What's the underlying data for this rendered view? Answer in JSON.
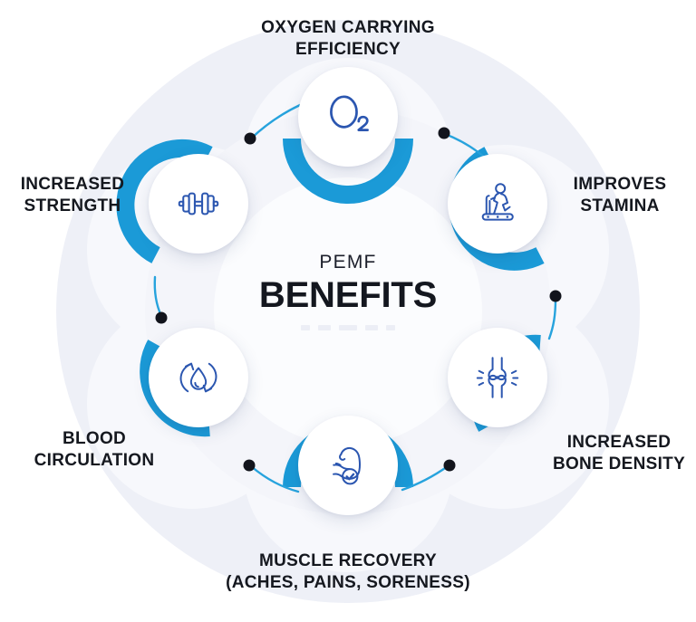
{
  "graphic": {
    "type": "circular-benefits-infographic",
    "center": {
      "eyebrow": "PEMF",
      "title": "BENEFITS",
      "divider_dashes": 5
    },
    "colors": {
      "accent_blue": "#1b9ad7",
      "icon_blue": "#2b56b0",
      "text_dark": "#15181f",
      "bg_disc": "#eef0f7",
      "bg_inner": "#f4f5fa",
      "connector_dot": "#12141c",
      "dash_gray": "#eceef6"
    },
    "nodes": [
      {
        "id": "oxygen",
        "label_lines": [
          "OXYGEN CARRYING",
          "EFFICIENCY"
        ],
        "icon": "o2-molecule-icon",
        "icon_text": "O",
        "icon_sub": "2",
        "arc_position": "bottom"
      },
      {
        "id": "stamina",
        "label_lines": [
          "IMPROVES",
          "STAMINA"
        ],
        "icon": "treadmill-runner-icon",
        "arc_position": "bottom-left"
      },
      {
        "id": "bone",
        "label_lines": [
          "INCREASED",
          "BONE DENSITY"
        ],
        "icon": "bone-joint-icon",
        "arc_position": "top-left"
      },
      {
        "id": "muscle",
        "label_lines": [
          "MUSCLE RECOVERY",
          "(ACHES, PAINS, SORENESS)"
        ],
        "icon": "flexed-bicep-check-icon",
        "arc_position": "top"
      },
      {
        "id": "circulation",
        "label_lines": [
          "BLOOD",
          "CIRCULATION"
        ],
        "icon": "blood-circulation-droplet-icon",
        "arc_position": "top-right"
      },
      {
        "id": "strength",
        "label_lines": [
          "INCREASED",
          "STRENGTH"
        ],
        "icon": "dumbbell-icon",
        "arc_position": "bottom-right"
      }
    ]
  }
}
